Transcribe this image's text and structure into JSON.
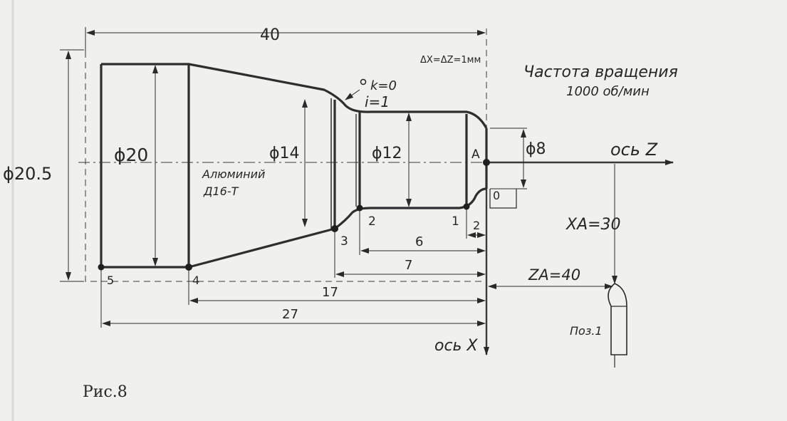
{
  "dimensions": {
    "total_length": "40",
    "increment_note": "ΔX=ΔZ=1мм",
    "dia_max": "ϕ20.5",
    "dia_20": "ϕ20",
    "dia_14": "ϕ14",
    "dia_12": "ϕ12",
    "dia_8": "ϕ8",
    "len_2": "2",
    "len_6": "6",
    "len_7": "7",
    "len_17": "17",
    "len_27": "27"
  },
  "notes": {
    "speed_line1": "Частота вращения",
    "speed_line2": "1000 об/мин",
    "material_line1": "Алюминий",
    "material_line2": "Д16-Т",
    "k_value": "k=0",
    "i_value": "i=1",
    "xa": "XA=30",
    "za": "ZA=40",
    "tool_position": "Поз.1",
    "origin_zero": "0"
  },
  "axes": {
    "z_axis": "ось Z",
    "x_axis": "ось X"
  },
  "points": {
    "p1": "1",
    "p2": "2",
    "p3": "3",
    "p4": "4",
    "p5": "5",
    "pA": "A"
  },
  "caption": "Рис.8"
}
